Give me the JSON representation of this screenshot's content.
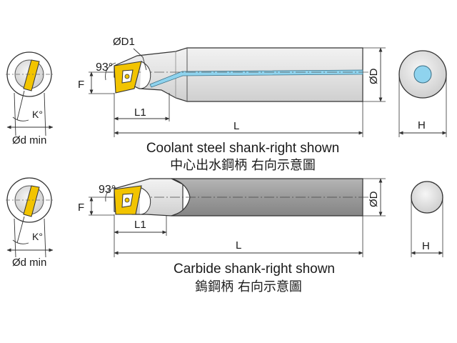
{
  "top_view": {
    "caption_en": "Coolant steel shank-right shown",
    "caption_cn": "中心出水鋼柄  右向示意圖",
    "labels": {
      "coolant_hole": "ØD1",
      "angle": "93°",
      "f": "F",
      "l1": "L1",
      "l": "L",
      "od": "ØD",
      "h": "H",
      "k": "K°",
      "dmin": "Ød min"
    }
  },
  "bottom_view": {
    "caption_en": "Carbide shank-right shown",
    "caption_cn": "鎢鋼柄  右向示意圖",
    "labels": {
      "angle": "93°",
      "f": "F",
      "l1": "L1",
      "l": "L",
      "od": "ØD",
      "h": "H",
      "k": "K°",
      "dmin": "Ød min"
    }
  },
  "colors": {
    "insert": "#f2c400",
    "steel_shank": "#e4e4e4",
    "carbide_shank": "#9a9a9a",
    "coolant_channel": "#8fd3ee",
    "line": "#333333"
  }
}
